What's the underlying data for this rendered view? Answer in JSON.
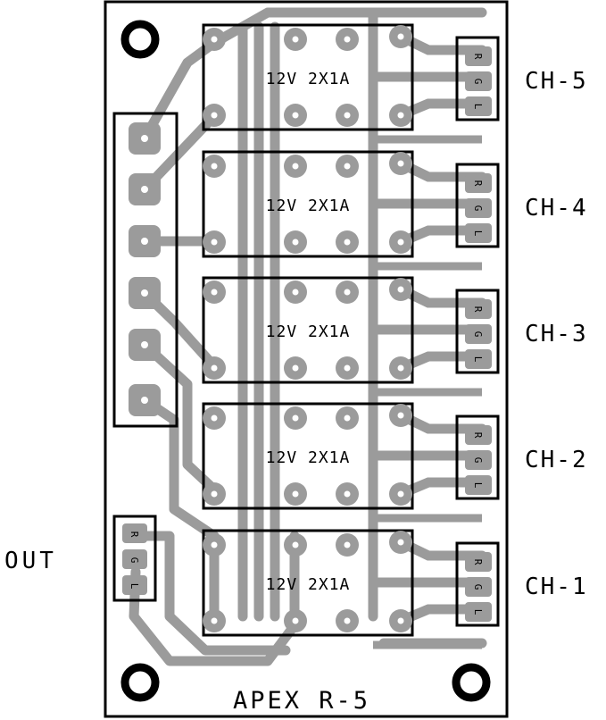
{
  "board": {
    "name": "APEX R-5",
    "output_label": "OUT",
    "connector_pins": [
      "R",
      "G",
      "L"
    ],
    "colors": {
      "trace": "#9b9b9b",
      "outline": "#000000",
      "background": "#ffffff"
    }
  },
  "relays": [
    {
      "channel": "CH-5",
      "text": "12V 2X1A"
    },
    {
      "channel": "CH-4",
      "text": "12V 2X1A"
    },
    {
      "channel": "CH-3",
      "text": "12V 2X1A"
    },
    {
      "channel": "CH-2",
      "text": "12V 2X1A"
    },
    {
      "channel": "CH-1",
      "text": "12V 2X1A"
    }
  ]
}
